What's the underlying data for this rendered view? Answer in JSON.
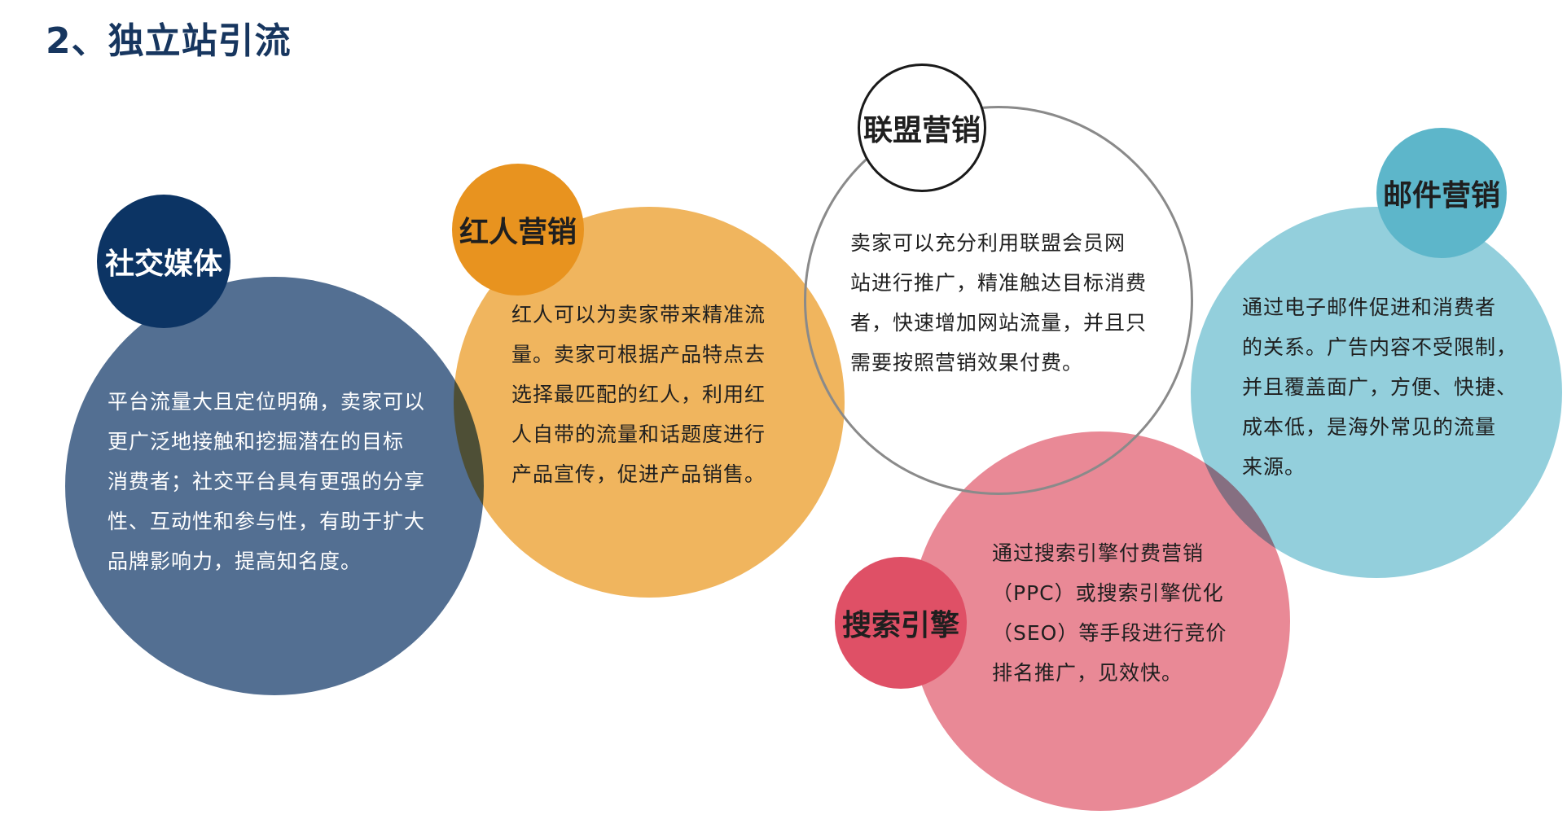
{
  "title": "2、独立站引流",
  "colors": {
    "social": "#536f92",
    "social_badge": "#0c3464",
    "influencer": "#f0b55e",
    "influencer_badge": "#e8931f",
    "affiliate_ring": "#8a8a8a",
    "affiliate_badge_ring": "#1a1a1a",
    "email": "#93cfdc",
    "email_badge": "#5db6ca",
    "search": "#e98996",
    "search_badge": "#df5066"
  },
  "sections": {
    "social": {
      "label": "社交媒体",
      "lines": [
        "平台流量大且定位明确，卖家可以",
        "更广泛地接触和挖掘潜在的目标",
        "消费者；社交平台具有更强的分享",
        "性、互动性和参与性，有助于扩大",
        "品牌影响力，提高知名度。"
      ]
    },
    "influencer": {
      "label": "红人营销",
      "lines": [
        "红人可以为卖家带来精准流",
        "量。卖家可根据产品特点去",
        "选择最匹配的红人，利用红",
        "人自带的流量和话题度进行",
        "产品宣传，促进产品销售。"
      ]
    },
    "affiliate": {
      "label": "联盟营销",
      "lines": [
        "卖家可以充分利用联盟会员网",
        "站进行推广，精准触达目标消费",
        "者，快速增加网站流量，并且只",
        "需要按照营销效果付费。"
      ]
    },
    "email": {
      "label": "邮件营销",
      "lines": [
        "通过电子邮件促进和消费者",
        "的关系。广告内容不受限制，",
        "并且覆盖面广，方便、快捷、",
        "成本低，是海外常见的流量",
        "来源。"
      ]
    },
    "search": {
      "label": "搜索引擎",
      "lines": [
        "通过搜索引擎付费营销",
        "（PPC）或搜索引擎优化",
        "（SEO）等手段进行竞价",
        "排名推广，见效快。"
      ]
    }
  }
}
